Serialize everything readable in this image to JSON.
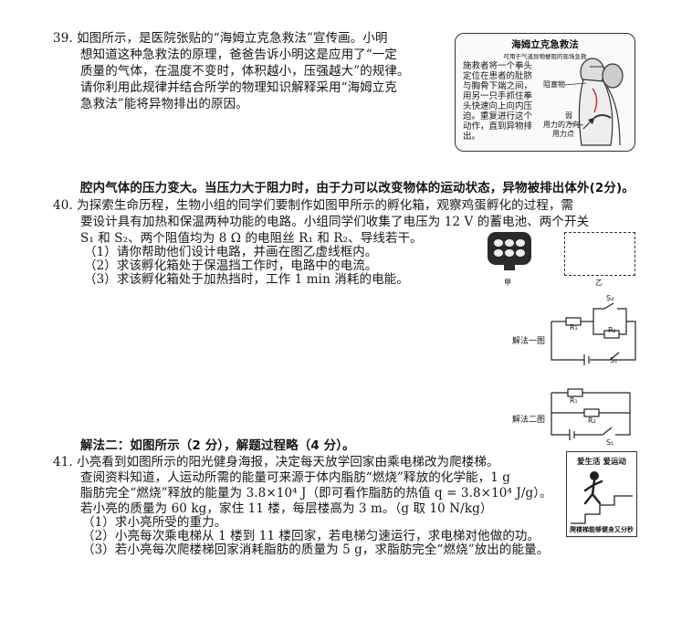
{
  "q39": {
    "lines": [
      "39. 如图所示，是医院张贴的“海姆立克急救法”宣传画。小明",
      "想知道这种急救法的原理，爸爸告诉小明这是应用了“一定",
      "质量的气体，在温度不变时，体积越小，压强越大”的规律。",
      "请你利用此规律并结合所学的物理知识解释采用“海姆立克",
      "急救法”能将异物排出的原因。"
    ],
    "poster": {
      "title": "海姆立克急救法",
      "subtitle": "可用于气道异物梗阻的现场急救",
      "description": "施救者将一个拳头定位在患者的肚脐与胸骨下端之间，用另一只手抓住拳头快速向上向内压迫。重复进行这个动作，直到异物排出。",
      "label_obstacle": "阻塞物",
      "label_force": "用力的方向",
      "label_force2": "用力点",
      "label_weak": "弱"
    },
    "answer": "腔内气体的压力变大。当压力大于阻力时，由于力可以改变物体的运动状态，异物被排出体外(2分)。"
  },
  "q40": {
    "lines": [
      "40. 为探索生命历程，生物小组的同学们要制作如图甲所示的孵化箱，观察鸡蛋孵化的过程，需",
      "要设计具有加热和保温两种功能的电路。小组同学们收集了电压为 12 V 的蓄电池、两个开关",
      "S₁ 和 S₂、两个阻值均为 8 Ω 的电阻丝 R₁ 和 R₂、导线若干。",
      "（1）请你帮助他们设计电路，并画在图乙虚线框内。",
      "（2）求该孵化箱处于保温挡工作时，电路中的电流。",
      "（3）求该孵化箱处于加热挡时，工作 1 min 消耗的电能。"
    ],
    "fig_jia": "甲",
    "fig_yi": "乙",
    "solution1_label": "解法一图",
    "solution2_label": "解法二图",
    "labels": {
      "R1": "R₁",
      "R2": "R₂",
      "S1": "S₁",
      "S2": "S₂"
    },
    "answer": "解法二：如图所示（2 分），解题过程略（4 分）。"
  },
  "q41": {
    "lines": [
      "41. 小亮看到如图所示的阳光健身海报，决定每天放学回家由乘电梯改为爬楼梯。",
      "查阅资料知道，人运动所需的能量可来源于体内脂肪“燃烧”释放的化学能，1 g",
      "脂肪完全“燃烧”释放的能量为 3.8×10⁴ J（即可看作脂肪的热值 q = 3.8×10⁴ J/g）。",
      "若小亮的质量为 60 kg，家住 11 楼，每层楼高为 3 m。（g 取 10 N/kg）",
      "（1）求小亮所受的重力。",
      "（2）小亮每次乘电梯从 1 楼到 11 楼回家，若电梯匀速运行，求电梯对他做的功。",
      "（3）若小亮每次爬楼梯回家消耗脂肪的质量为 5 g，求脂肪完全“燃烧”放出的能量。"
    ],
    "poster_title": "爱生活 爱运动",
    "poster_bottom": "爬楼梯能够健身又分秒"
  }
}
